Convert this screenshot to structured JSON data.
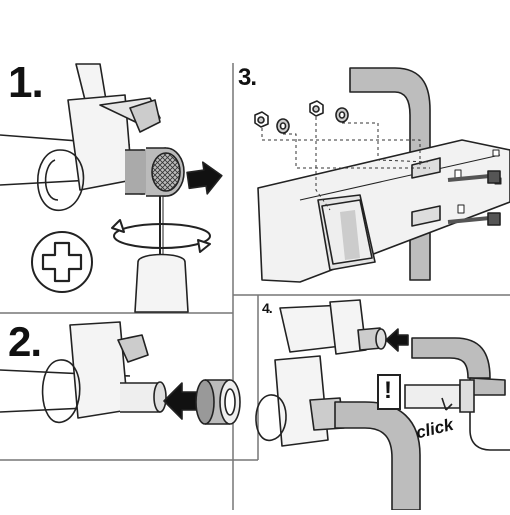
{
  "steps": {
    "one": "1.",
    "two": "2.",
    "three": "3.",
    "four": "4."
  },
  "callout": {
    "warning_symbol": "!",
    "sound_text": "click"
  },
  "icons": [
    "plus-icon",
    "rotate-arrows-icon",
    "push-arrow-icon",
    "warning-icon"
  ],
  "colors": {
    "line": "#222222",
    "fill_light": "#e8e8e8",
    "fill_mid": "#bdbdbd",
    "fill_dark": "#8a8a8a"
  }
}
